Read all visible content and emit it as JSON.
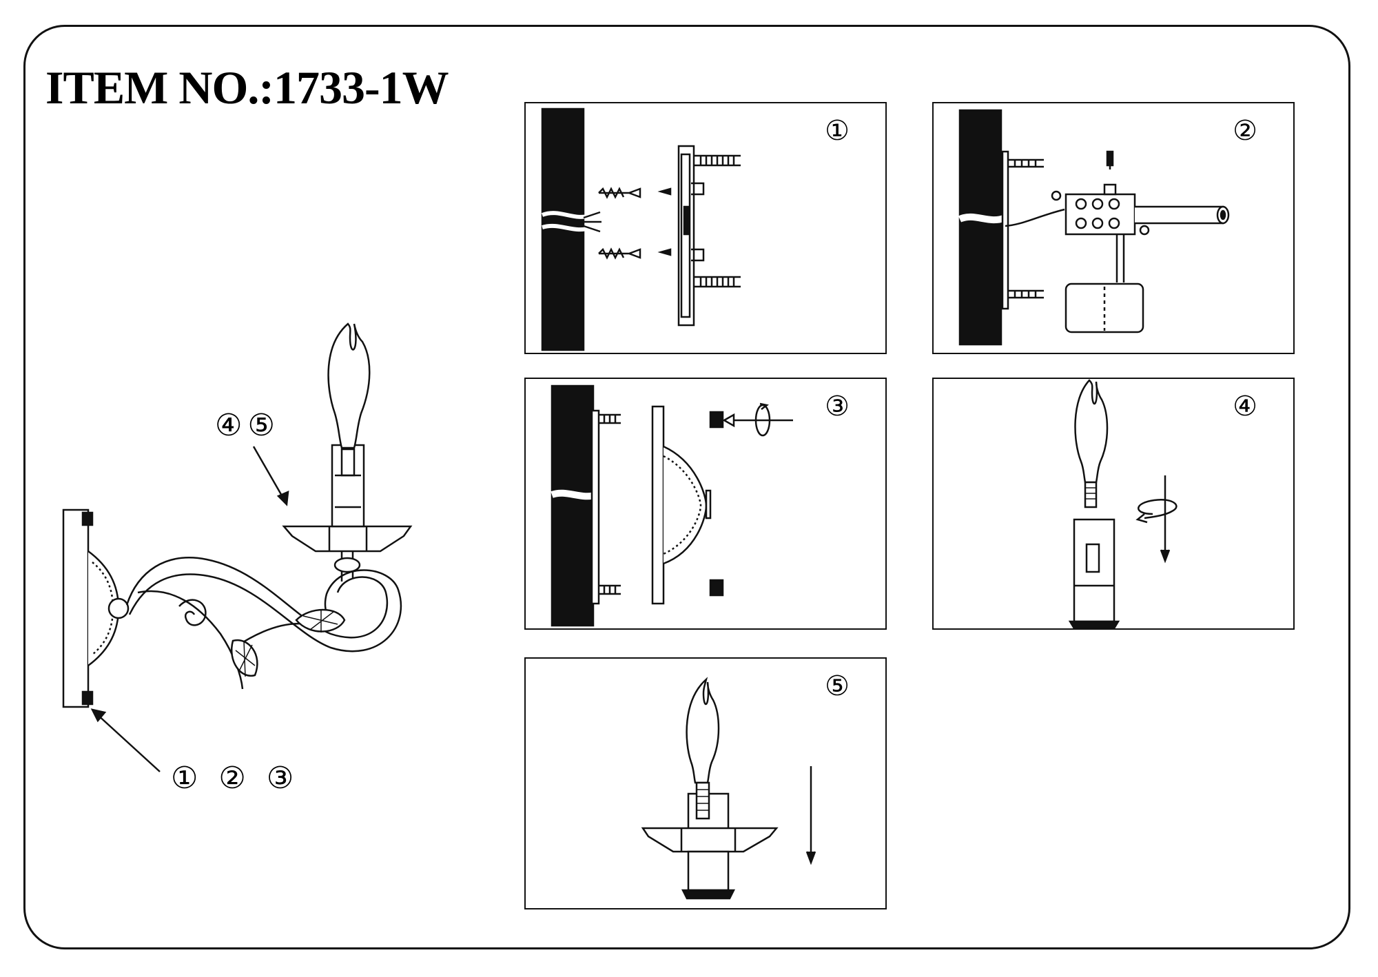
{
  "title": "ITEM NO.:1733-1W",
  "callouts": {
    "top": "④⑤",
    "bottom": "① ② ③"
  },
  "steps": [
    {
      "number": "①"
    },
    {
      "number": "②"
    },
    {
      "number": "③"
    },
    {
      "number": "④"
    },
    {
      "number": "⑤"
    }
  ]
}
